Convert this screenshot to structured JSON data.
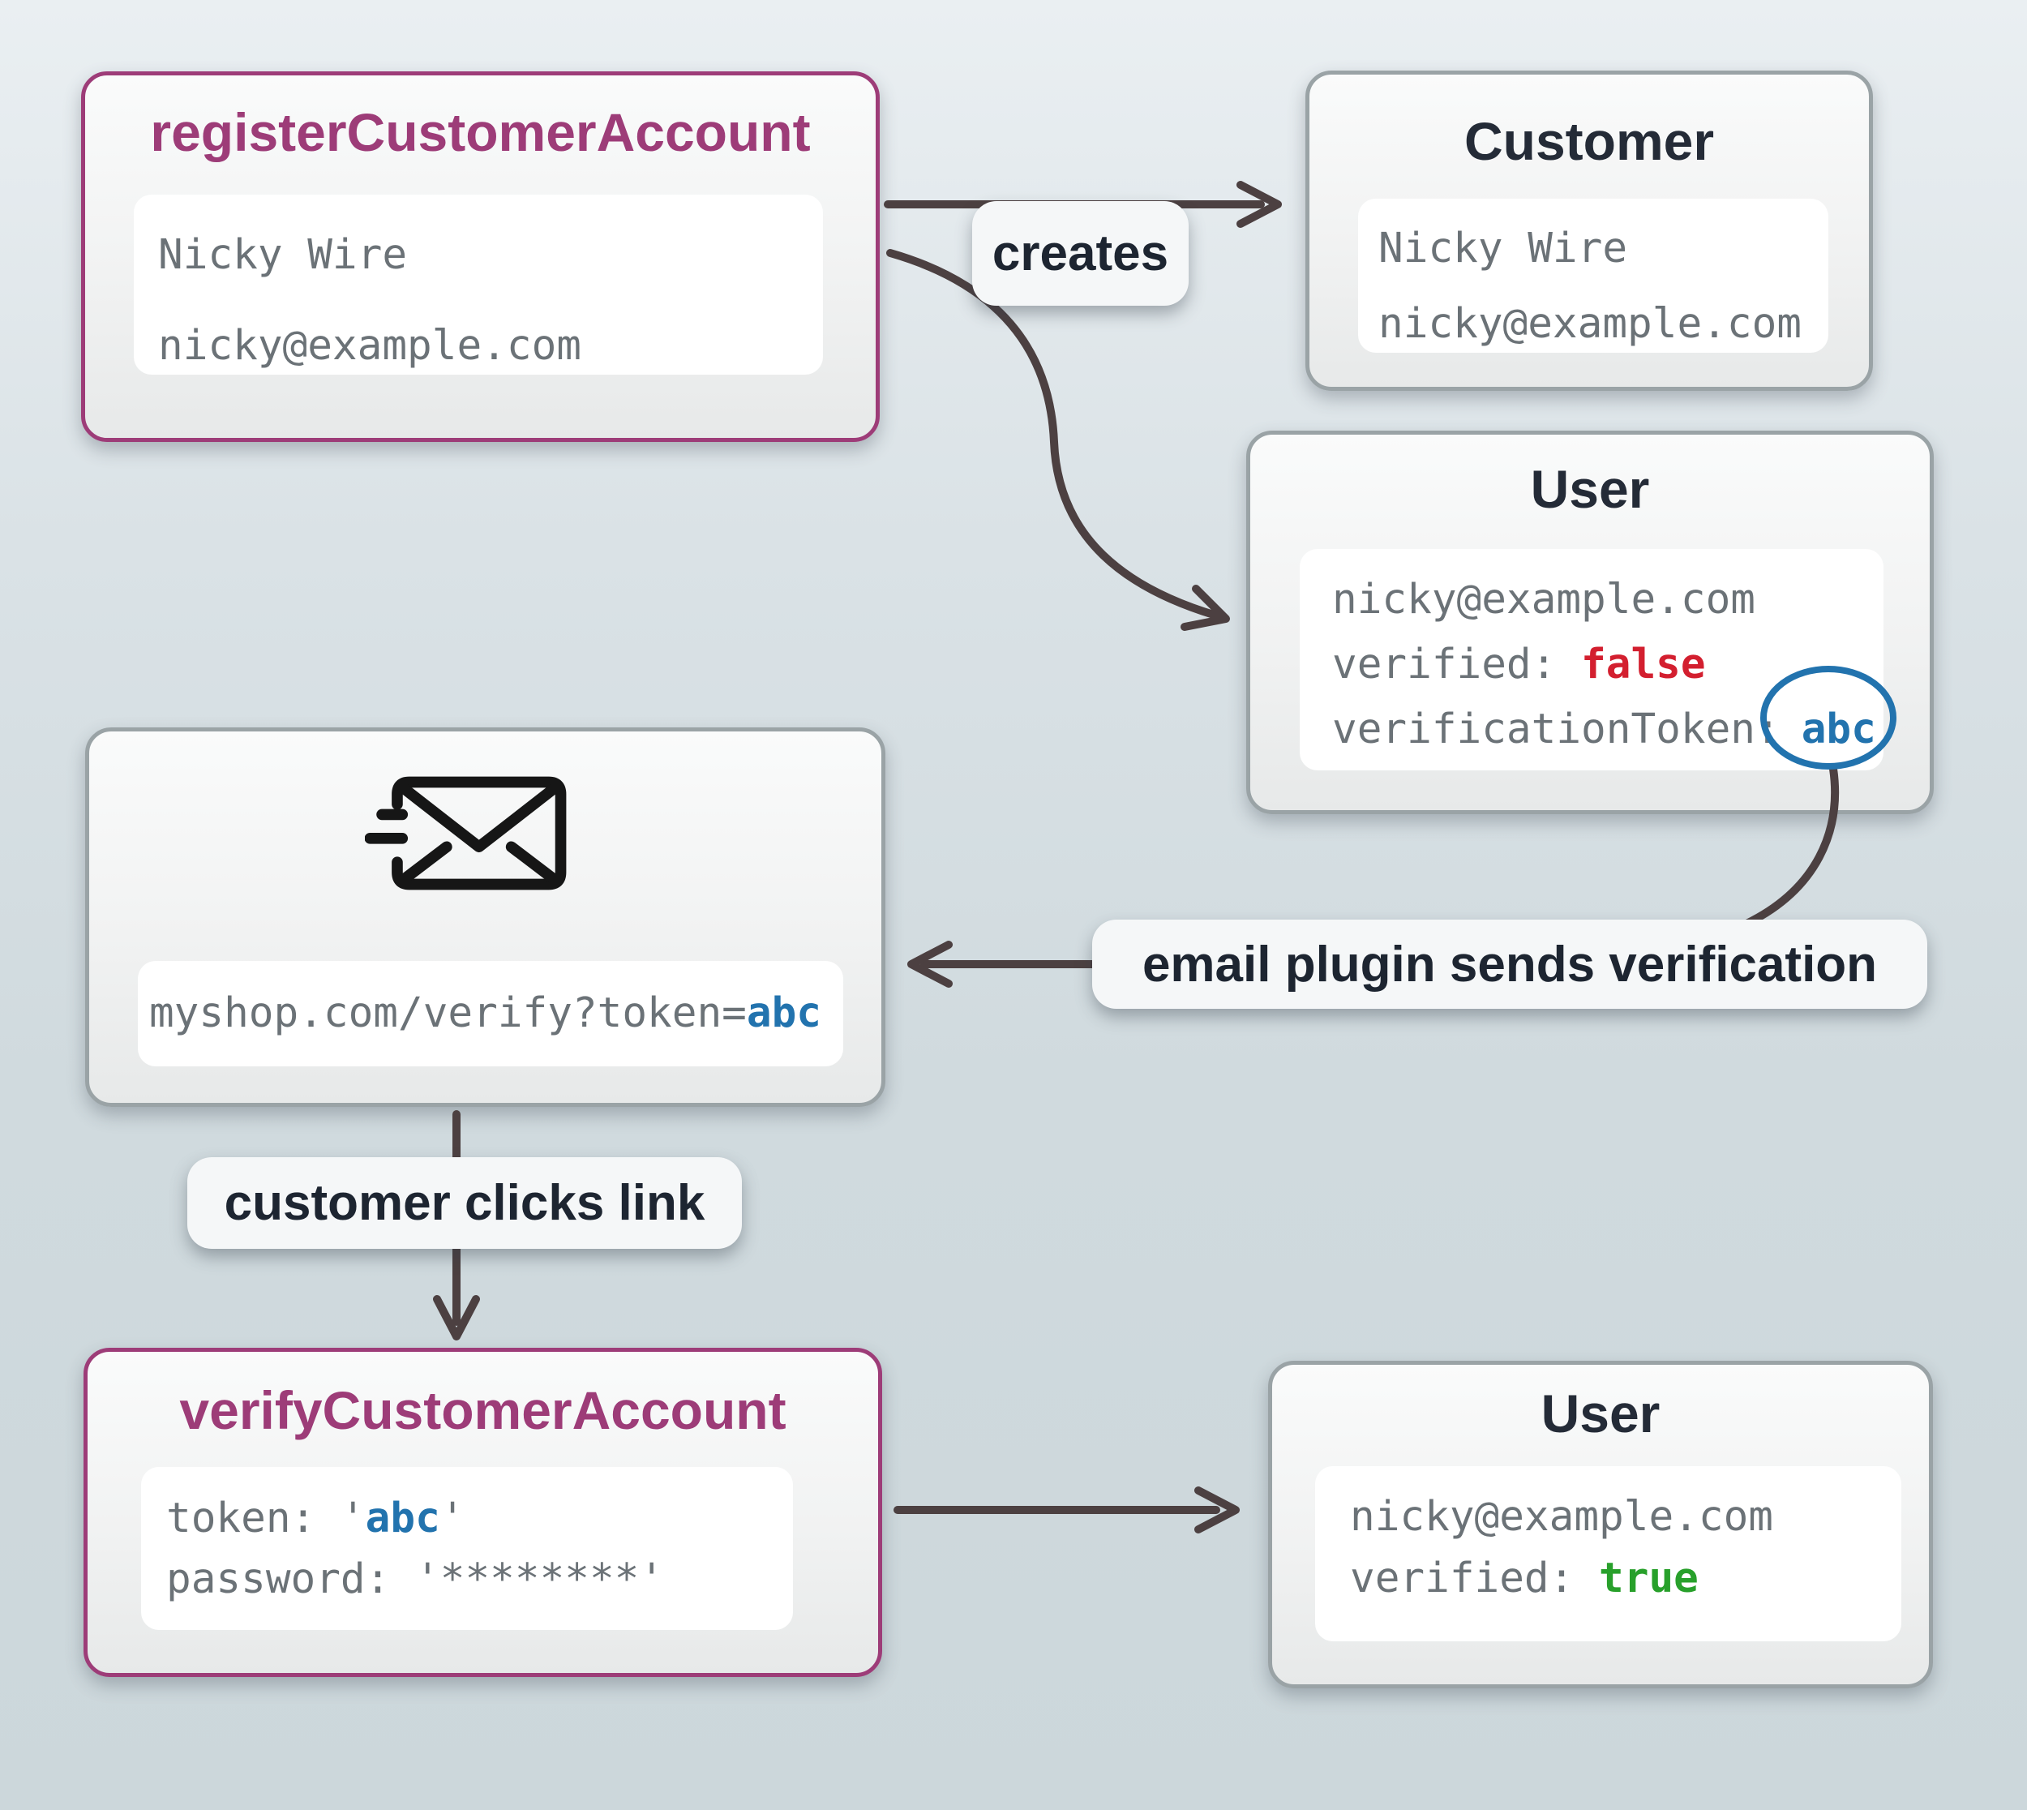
{
  "nodes": {
    "register": {
      "title": "registerCustomerAccount",
      "name": "Nicky Wire",
      "email": "nicky@example.com"
    },
    "customer": {
      "title": "Customer",
      "name": "Nicky Wire",
      "email": "nicky@example.com"
    },
    "user_unverified": {
      "title": "User",
      "email": "nicky@example.com",
      "verified_key": "verified: ",
      "verified_val": "false",
      "token_key": "verificationToken:",
      "token_val": "abc"
    },
    "email_message": {
      "icon": "send-email-icon",
      "url_prefix": "myshop.com/verify?token=",
      "url_token": "abc"
    },
    "verify": {
      "title": "verifyCustomerAccount",
      "token_key": "token: ",
      "quote": "'",
      "token_val": "abc",
      "password_key": "password: ",
      "password_val": "'********'"
    },
    "user_verified": {
      "title": "User",
      "email": "nicky@example.com",
      "verified_key": "verified: ",
      "verified_val": "true"
    }
  },
  "edges": {
    "creates_label": "creates",
    "sends_label": "email plugin sends verification",
    "clicks_label": "customer clicks link"
  },
  "colors": {
    "command_purple": "#9d3c78",
    "neutral_border": "#9aa3a6",
    "token_blue": "#2273ae",
    "false_red": "#d31f2f",
    "true_green": "#28a02b",
    "arrow": "#4c4041",
    "icon_black": "#161616"
  }
}
